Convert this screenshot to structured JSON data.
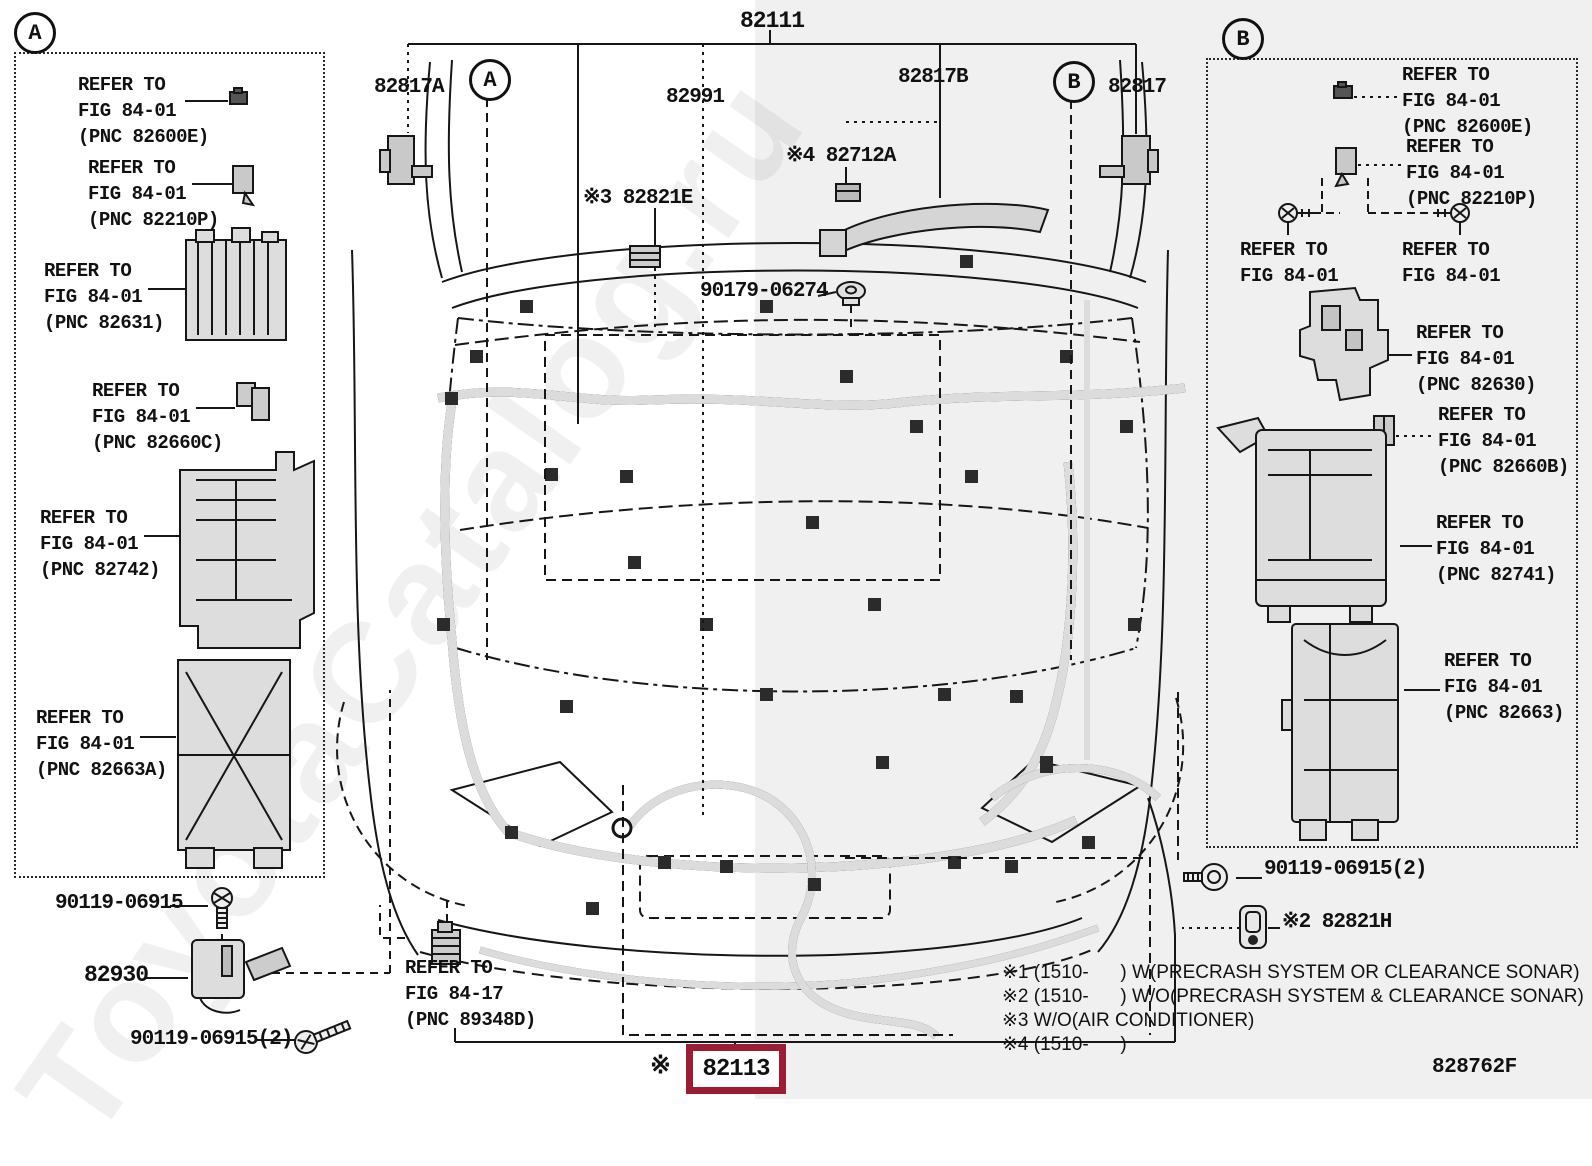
{
  "header": {
    "main_part": "82111",
    "view_a": "A",
    "view_b": "B"
  },
  "top_labels": {
    "harness_a": "82817A",
    "wire_82991": "82991",
    "harness_b": "82817B",
    "harness": "82817",
    "clip_82712a": "※4 82712A",
    "clamp_82821e": "※3 82821E",
    "grommet": "90179-06274"
  },
  "panel_a": {
    "tag": "A",
    "callouts": [
      {
        "l1": "REFER TO",
        "l2": "FIG 84-01",
        "l3": "(PNC 82600E)"
      },
      {
        "l1": "REFER TO",
        "l2": "FIG 84-01",
        "l3": "(PNC 82210P)"
      },
      {
        "l1": "REFER TO",
        "l2": "FIG 84-01",
        "l3": "(PNC 82631)"
      },
      {
        "l1": "REFER TO",
        "l2": "FIG 84-01",
        "l3": "(PNC 82660C)"
      },
      {
        "l1": "REFER TO",
        "l2": "FIG 84-01",
        "l3": "(PNC 82742)"
      },
      {
        "l1": "REFER TO",
        "l2": "FIG 84-01",
        "l3": "(PNC 82663A)"
      }
    ]
  },
  "panel_b": {
    "tag": "B",
    "callouts": [
      {
        "l1": "REFER TO",
        "l2": "FIG 84-01",
        "l3": "(PNC 82600E)"
      },
      {
        "l1": "REFER TO",
        "l2": "FIG 84-01",
        "l3": "(PNC 82210P)"
      },
      {
        "l1": "REFER TO",
        "l2": "FIG 84-01",
        "l3": ""
      },
      {
        "l1": "REFER TO",
        "l2": "FIG 84-01",
        "l3": ""
      },
      {
        "l1": "REFER TO",
        "l2": "FIG 84-01",
        "l3": "(PNC 82630)"
      },
      {
        "l1": "REFER TO",
        "l2": "FIG 84-01",
        "l3": "(PNC 82660B)"
      },
      {
        "l1": "REFER TO",
        "l2": "FIG 84-01",
        "l3": "(PNC 82741)"
      },
      {
        "l1": "REFER TO",
        "l2": "FIG 84-01",
        "l3": "(PNC 82663)"
      }
    ]
  },
  "bottom_left": {
    "bolt": "90119-06915",
    "sensor": "82930",
    "bolt2": "90119-06915(2)"
  },
  "bottom_center": {
    "refer": {
      "l1": "REFER TO",
      "l2": "FIG 84-17",
      "l3": "(PNC 89348D)"
    },
    "highlight": {
      "symbol": "※",
      "part": "82113"
    }
  },
  "bottom_right": {
    "bolt": "90119-06915(2)",
    "clamp": "※2 82821H"
  },
  "notes": [
    "※1 (1510-      ) W(PRECRASH SYSTEM OR CLEARANCE SONAR)",
    "※2 (1510-      ) W/O(PRECRASH SYSTEM & CLEARANCE SONAR)",
    "※3 W/O(AIR CONDITIONER)",
    "※4 (1510-      )"
  ],
  "footer_code": "828762F",
  "watermark": "ToyotaCatalog.ru",
  "colors": {
    "highlight_box": "#9b1c33",
    "line": "#161616",
    "bg_right": "#f0f0f0"
  }
}
